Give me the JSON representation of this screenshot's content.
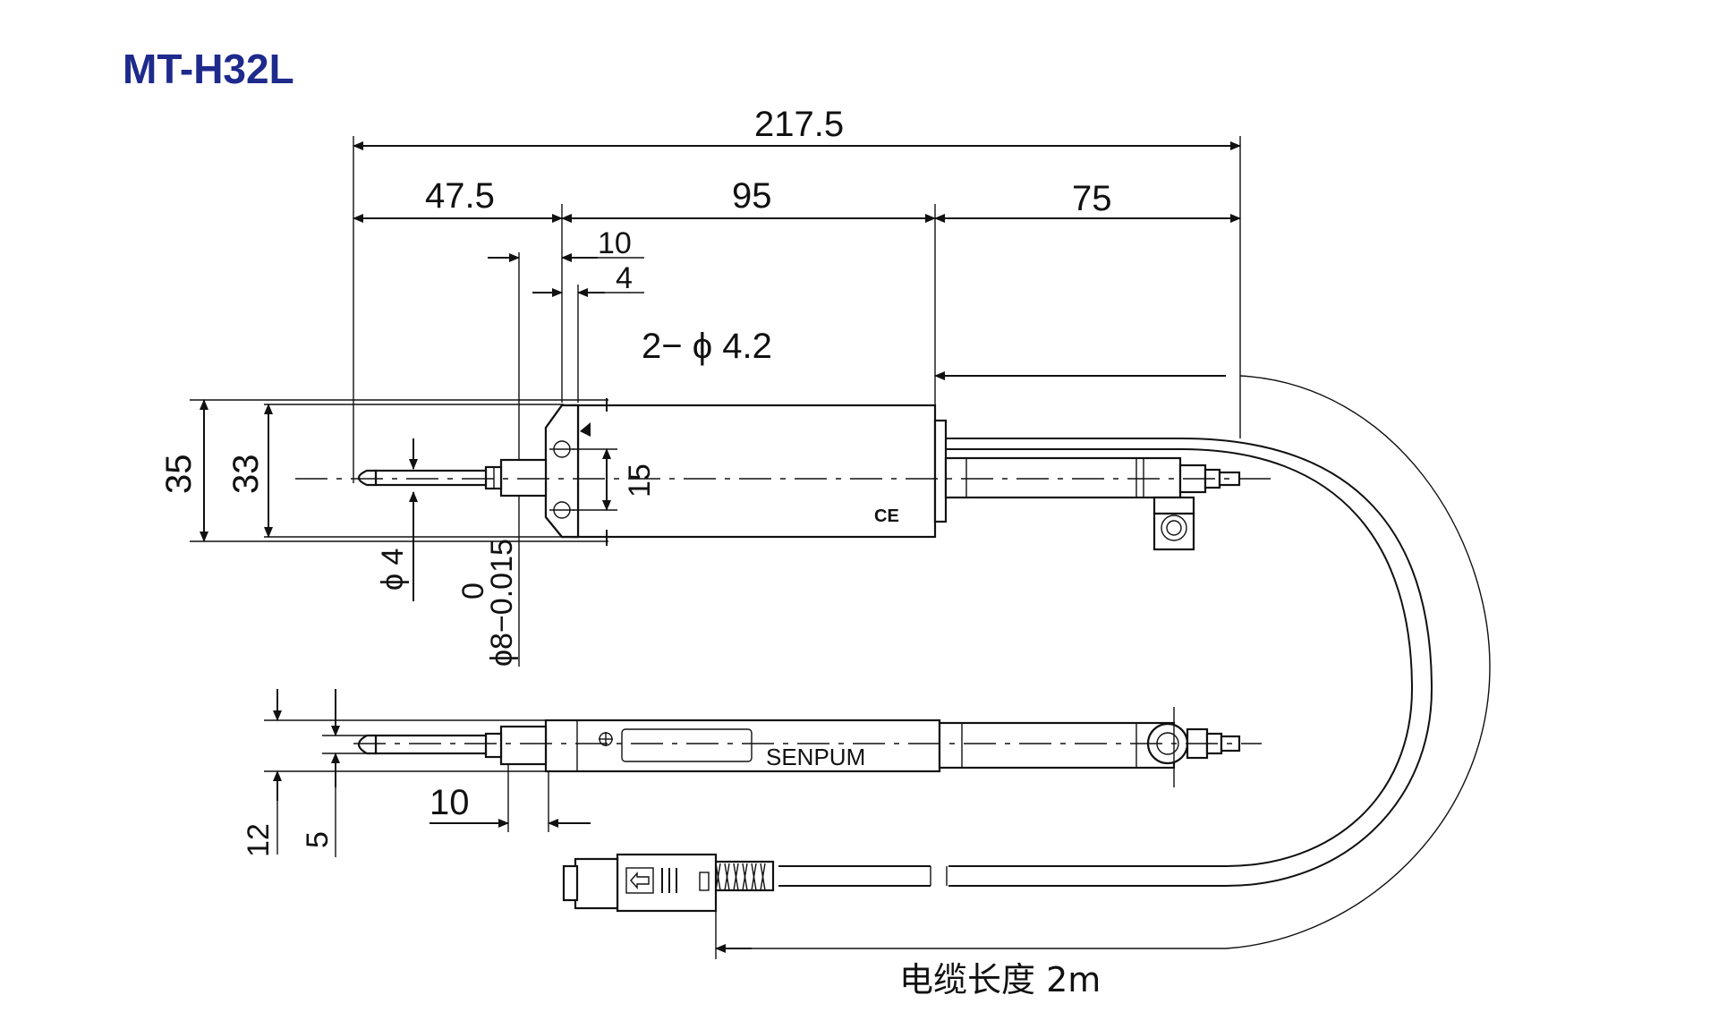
{
  "title": "MT-H32L",
  "dimensions": {
    "overall_length": "217.5",
    "left_segment": "47.5",
    "middle_segment": "95",
    "right_segment": "75",
    "flange_10": "10",
    "flange_4": "4",
    "holes": "2− ϕ 4.2",
    "height_35": "35",
    "height_33": "33",
    "hole_pitch": "15",
    "tip_dia": "ϕ 4",
    "stem_tol_upper": "0",
    "stem_tol": "ϕ8−0.015",
    "side_12": "12",
    "side_5": "5",
    "side_10": "10"
  },
  "marks": {
    "ce": "CE",
    "brand": "SENPUM"
  },
  "cable_label": "电缆长度 2m"
}
